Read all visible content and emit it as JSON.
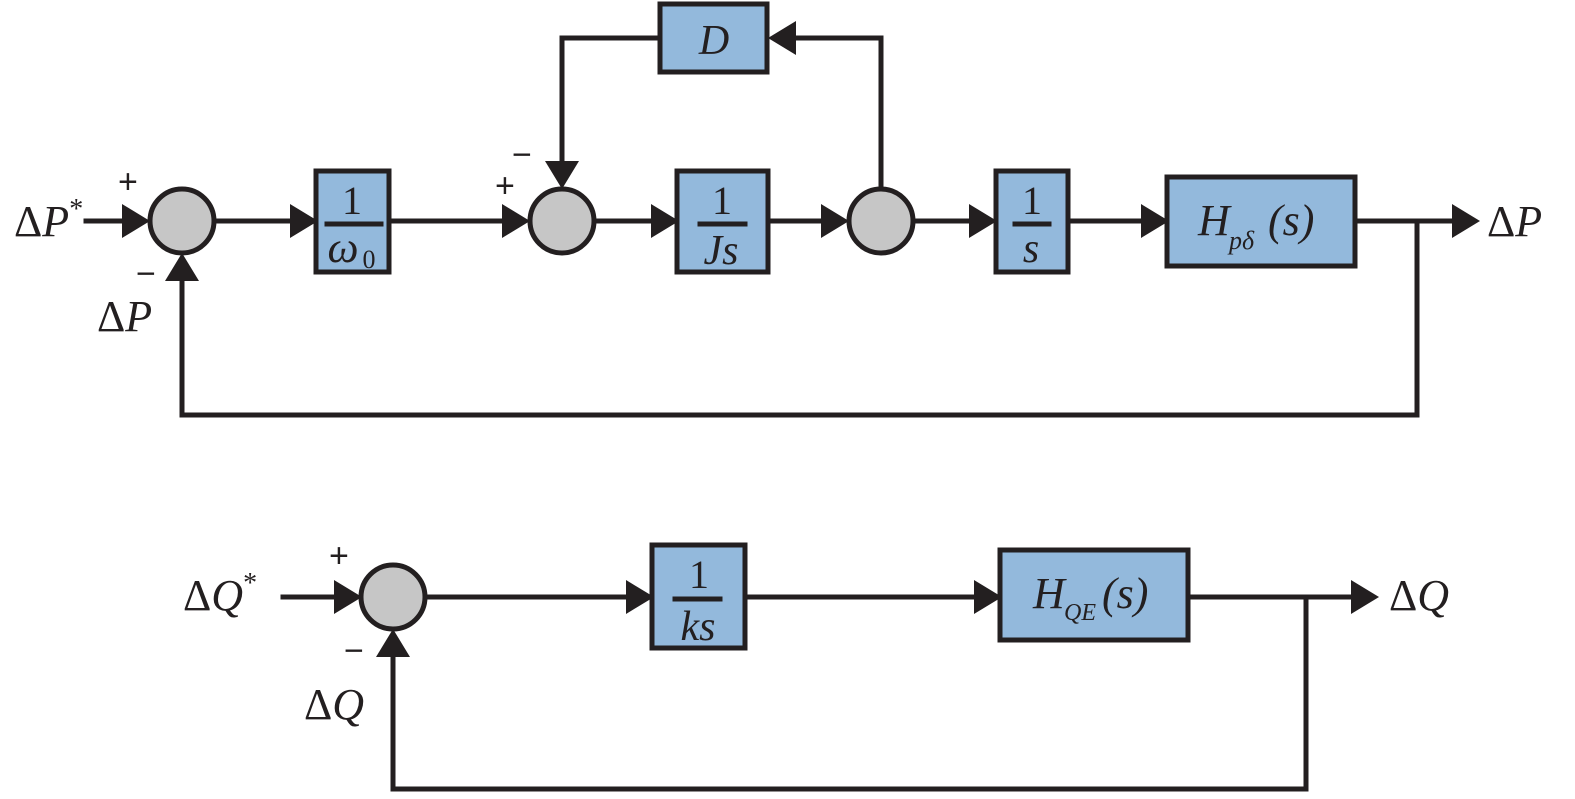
{
  "figure": {
    "type": "block-diagram",
    "loops": [
      {
        "name": "active-power-loop",
        "input_label": {
          "delta": "Δ",
          "var": "P",
          "sup": "*"
        },
        "feedback_label": {
          "delta": "Δ",
          "var": "P"
        },
        "output_label": {
          "delta": "Δ",
          "var": "P"
        },
        "summing_junctions": [
          {
            "id": "sum1",
            "signs": {
              "plus": "+",
              "minus": "−"
            }
          },
          {
            "id": "sum2",
            "signs": {
              "plus": "+",
              "minus": "−"
            }
          },
          {
            "id": "sum3"
          }
        ],
        "blocks": [
          {
            "id": "inv-omega0",
            "numerator": "1",
            "denominator": "ω",
            "denominator_sub": "0"
          },
          {
            "id": "inv-Js",
            "numerator": "1",
            "denominator": "Js"
          },
          {
            "id": "damping",
            "text": "D"
          },
          {
            "id": "integrator",
            "numerator": "1",
            "denominator": "s"
          },
          {
            "id": "H-p-delta",
            "base": "H",
            "sub": "pδ",
            "arg": "(s)"
          }
        ]
      },
      {
        "name": "reactive-power-loop",
        "input_label": {
          "delta": "Δ",
          "var": "Q",
          "sup": "*"
        },
        "feedback_label": {
          "delta": "Δ",
          "var": "Q"
        },
        "output_label": {
          "delta": "Δ",
          "var": "Q"
        },
        "summing_junctions": [
          {
            "id": "sum4",
            "signs": {
              "plus": "+",
              "minus": "−"
            }
          }
        ],
        "blocks": [
          {
            "id": "inv-ks",
            "numerator": "1",
            "denominator": "ks"
          },
          {
            "id": "H-QE",
            "base": "H",
            "sub": "QE",
            "arg": "(s)"
          }
        ]
      }
    ],
    "colors": {
      "block_fill": "#93b9dc",
      "junction_fill": "#c6c6c6",
      "line": "#231f20"
    }
  }
}
